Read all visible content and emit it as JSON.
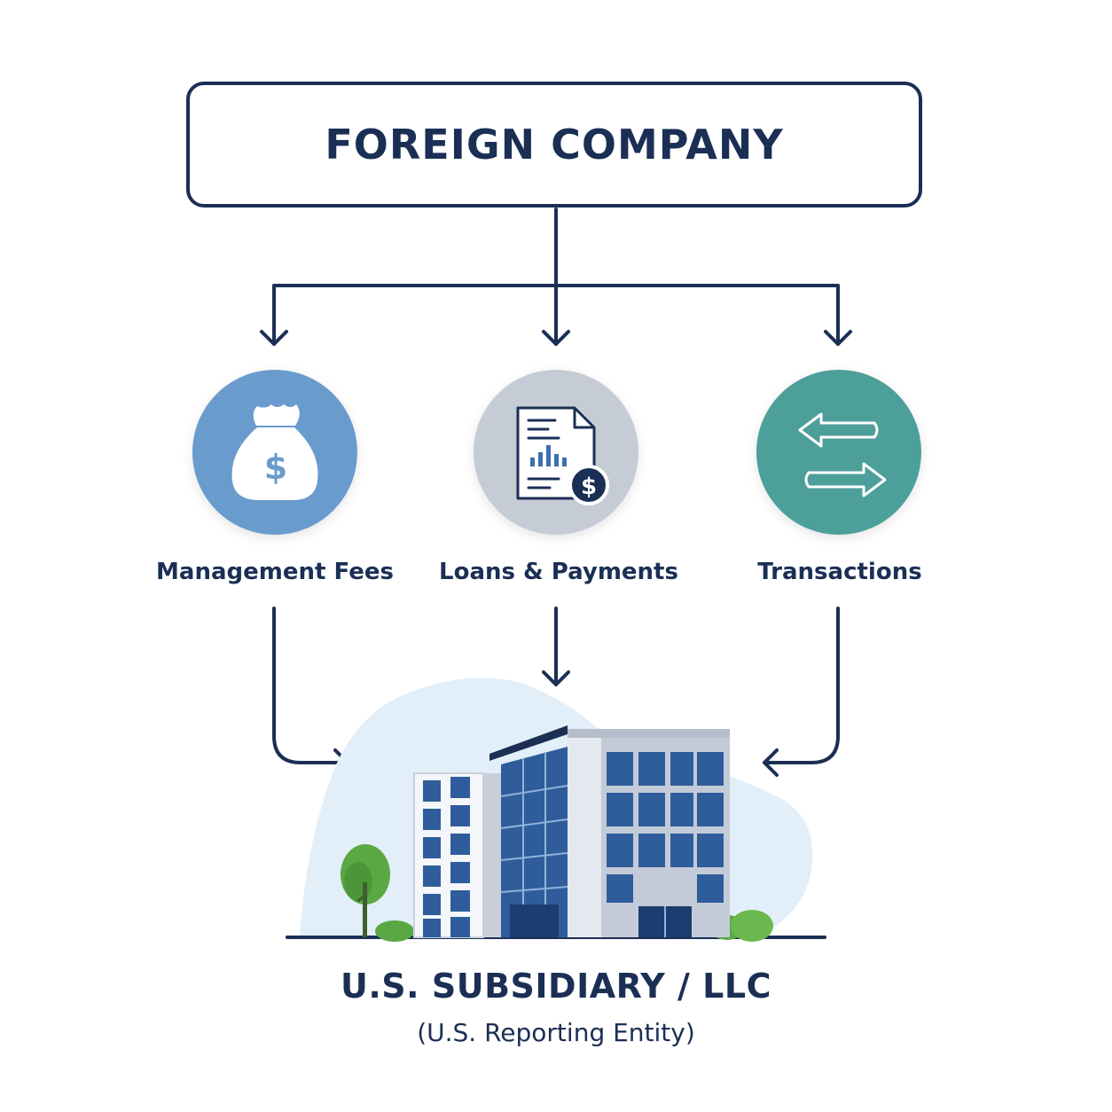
{
  "top_entity": {
    "title": "FOREIGN COMPANY"
  },
  "flows": [
    {
      "label": "Management Fees",
      "icon": "money-bag-icon",
      "color": "#6a9bcd"
    },
    {
      "label": "Loans & Payments",
      "icon": "document-chart-icon",
      "color": "#c6ccd6"
    },
    {
      "label": "Transactions",
      "icon": "exchange-arrows-icon",
      "color": "#4e9f9a"
    }
  ],
  "bottom_entity": {
    "title": "U.S. SUBSIDIARY / LLC",
    "subtitle": "(U.S. Reporting Entity)",
    "icon": "office-building-icon"
  },
  "colors": {
    "navy": "#1b2f55",
    "light_blue_blob": "#e2eef8"
  }
}
